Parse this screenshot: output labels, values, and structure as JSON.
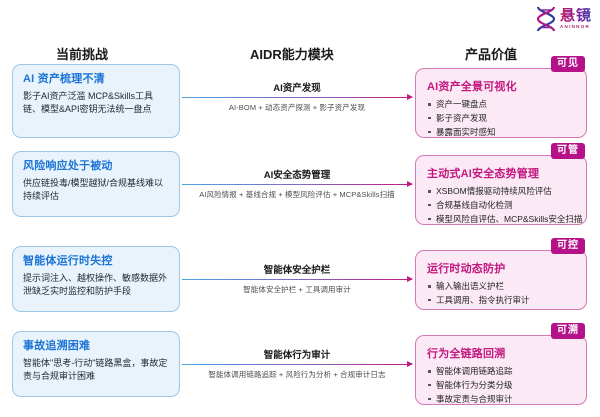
{
  "logo": {
    "mark": "double-helix-icon",
    "cn_name": "悬镜",
    "en_name": "ANINNOR"
  },
  "headers": {
    "challenge": "当前挑战",
    "module": "AIDR能力模块",
    "value": "产品价值"
  },
  "rows": [
    {
      "challenge": {
        "title": "AI 资产梳理不清",
        "desc": "影子AI资产泛滥\nMCP&Skills工具链、模型&API密钥无法统一盘点"
      },
      "module": {
        "title": "AI资产发现",
        "sub": "AI-BOM + 动态资产探测 + 影子资产发现"
      },
      "value": {
        "title": "AI资产全景可视化",
        "badge": "可见",
        "items": [
          "资产一键盘点",
          "影子资产发现",
          "暴露面实时感知"
        ]
      }
    },
    {
      "challenge": {
        "title": "风险响应处于被动",
        "desc": "供应链投毒/模型越狱/合规基线难以持续评估"
      },
      "module": {
        "title": "AI安全态势管理",
        "sub": "AI风险情报 + 基线合规 + 模型风险评估 + MCP&Skills扫描"
      },
      "value": {
        "title": "主动式AI安全态势管理",
        "badge": "可管",
        "items": [
          "XSBOM情报驱动持续风险评估",
          "合规基线自动化检测",
          "模型风险自评估、MCP&Skills安全扫描"
        ]
      }
    },
    {
      "challenge": {
        "title": "智能体运行时失控",
        "desc": "提示词注入、越权操作、敏感数据外泄缺乏实时监控和防护手段"
      },
      "module": {
        "title": "智能体安全护栏",
        "sub": "智能体安全护栏 + 工具调用审计"
      },
      "value": {
        "title": "运行时动态防护",
        "badge": "可控",
        "items": [
          "输入输出语义护栏",
          "工具调用、指令执行审计"
        ]
      }
    },
    {
      "challenge": {
        "title": "事故追溯困难",
        "desc": "智能体\"思考-行动\"链路黑盒，事故定责与合规审计困难"
      },
      "module": {
        "title": "智能体行为审计",
        "sub": "智能体调用链路追踪 + 风险行为分析 + 合规审计日志"
      },
      "value": {
        "title": "行为全链路回溯",
        "badge": "可溯",
        "items": [
          "智能体调用链路追踪",
          "智能体行为分类分级",
          "事故定责与合规审计"
        ]
      }
    }
  ],
  "colors": {
    "challenge_accent": "#1b74d6",
    "challenge_bg": "#e9f3fb",
    "value_accent": "#c2187f",
    "value_bg": "#fbeaf5",
    "badge_bg": "#b5128a"
  }
}
